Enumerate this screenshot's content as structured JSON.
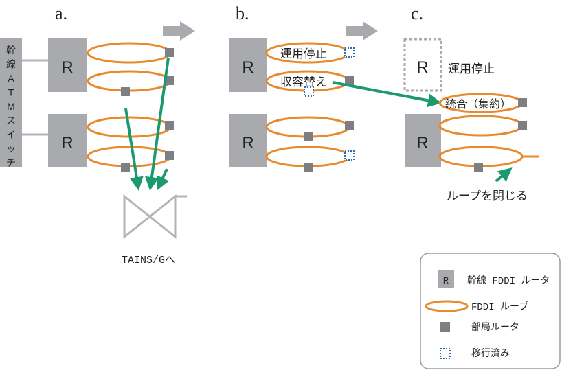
{
  "panels": {
    "a": {
      "label": "a."
    },
    "b": {
      "label": "b."
    },
    "c": {
      "label": "c."
    }
  },
  "trunk_switch": {
    "label": [
      "幹",
      "線",
      "A",
      "T",
      "M",
      "ス",
      "イ",
      "ッ",
      "チ"
    ]
  },
  "router_label": "R",
  "gateway_label": "TAINS/Gへ",
  "annotations": {
    "stop_b": "運用停止",
    "migrate_b": "収容替え",
    "stop_c": "運用停止",
    "merge_c": "統合（集約）",
    "close_loop_c": "ループを閉じる"
  },
  "legend": {
    "router_symbol": "R",
    "router": "幹線 FDDI ルータ",
    "loop": "FDDI ループ",
    "dept_router": "部局ルータ",
    "migrated": "移行済み"
  },
  "colors": {
    "router_fill": "#a8aaad",
    "loop": "#e8892b",
    "dept_router": "#7d7f82",
    "migrated": "#2a6db5",
    "arrow_green": "#1a9a6e",
    "arrow_gray": "#a8aaad",
    "gateway": "#b2b4b7"
  }
}
